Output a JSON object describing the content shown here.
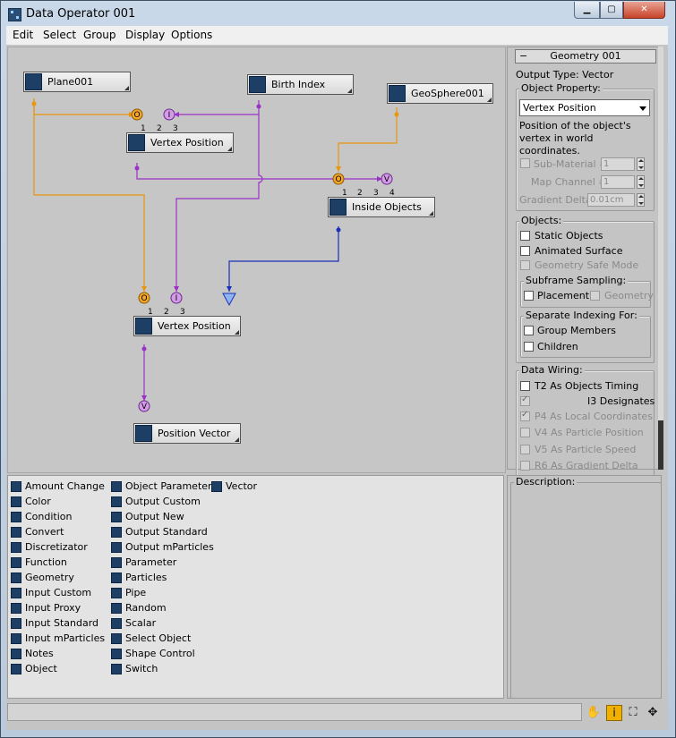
{
  "window": {
    "title": "Data Operator 001"
  },
  "menu": [
    "Edit",
    "Select",
    "Group",
    "Display",
    "Options"
  ],
  "nodes": {
    "plane": "Plane001",
    "birth": "Birth Index",
    "geosphere": "GeoSphere001",
    "vp1": "Vertex Position",
    "inside": "Inside Objects",
    "vp2": "Vertex Position",
    "posvec": "Position Vector"
  },
  "ports": {
    "vp1": [
      "1",
      "2",
      "3"
    ],
    "inside": [
      "1",
      "2",
      "3",
      "4"
    ],
    "vp2": [
      "1",
      "2",
      "3"
    ],
    "o_label": "O",
    "i_label": "I",
    "v_label": "V"
  },
  "sidebar": {
    "rollout_title": "Geometry 001",
    "output_type": "Output Type: Vector",
    "object_property_label": "Object Property:",
    "object_property_value": "Vertex Position",
    "description": "Position of the object's vertex in world coordinates.",
    "sub_material_label": "Sub-Material #",
    "sub_material_value": "1",
    "map_channel_label": "Map Channel #",
    "map_channel_value": "1",
    "gradient_delta_label": "Gradient Delta:",
    "gradient_delta_value": "0.01cm",
    "objects_label": "Objects:",
    "static_objects": "Static Objects",
    "animated_surface": "Animated Surface",
    "geometry_safe_mode": "Geometry Safe Mode",
    "subframe_label": "Subframe Sampling:",
    "placement": "Placement",
    "geometry": "Geometry",
    "separate_label": "Separate Indexing For:",
    "group_members": "Group Members",
    "children": "Children",
    "data_wiring_label": "Data Wiring:",
    "t2": "T2 As Objects Timing",
    "i3": "I3 Designates",
    "p4": "P4 As Local Coordinates",
    "v4": "V4 As Particle Position",
    "v5": "V5 As Particle Speed",
    "r6": "R6 As Gradient Delta"
  },
  "palette": {
    "col1": [
      "Amount Change",
      "Color",
      "Condition",
      "Convert",
      "Discretizator",
      "Function",
      "Geometry",
      "Input Custom",
      "Input Proxy",
      "Input Standard",
      "Input mParticles",
      "Notes",
      "Object"
    ],
    "col2": [
      "Object Parameter",
      "Output Custom",
      "Output New",
      "Output Standard",
      "Output mParticles",
      "Parameter",
      "Particles",
      "Pipe",
      "Random",
      "Scalar",
      "Select Object",
      "Shape Control",
      "Switch"
    ],
    "col3": [
      "Vector"
    ]
  },
  "description_label": "Description:",
  "toolbar_icons": [
    "hand-icon",
    "info-icon",
    "zoom-region-icon",
    "pan-arrows-icon"
  ]
}
